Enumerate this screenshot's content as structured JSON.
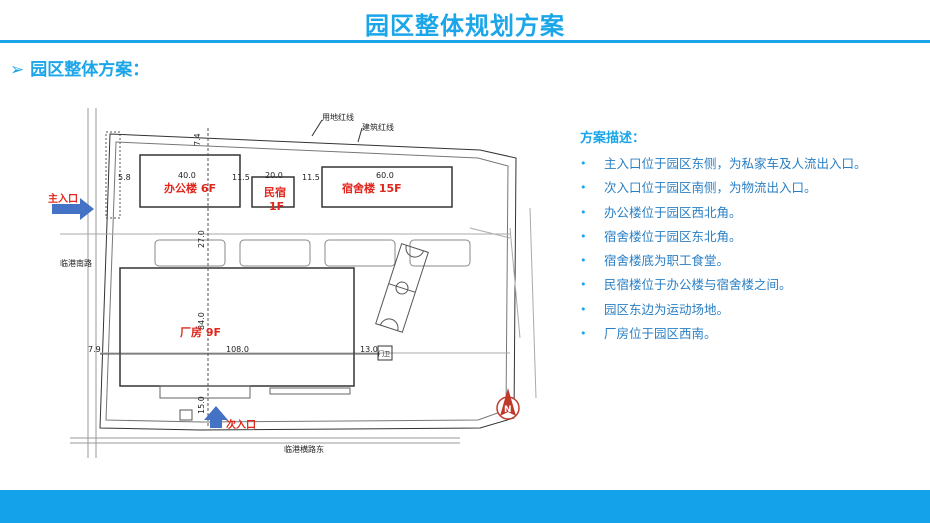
{
  "header": {
    "title": "园区整体规划方案"
  },
  "section": {
    "heading": "园区整体方案："
  },
  "plan": {
    "labels": {
      "land_redline": "用地红线",
      "building_redline": "建筑红线",
      "main_entrance": "主入口",
      "secondary_entrance": "次入口",
      "west_road": "临港南路",
      "south_road": "临港横路东",
      "office": "办公楼  6F",
      "homestay_line1": "民宿",
      "homestay_line2": "1F",
      "dormitory": "宿舍楼   15F",
      "factory": "厂房   9F",
      "guard": "门卫",
      "north": "N"
    },
    "dimensions": {
      "office_width": "40.0",
      "homestay_width": "20.0",
      "dorm_width": "60.0",
      "gap1": "11.5",
      "gap2": "11.5",
      "west_gap": "5.8",
      "top_gap": "7.4",
      "mid_gap": "27.0",
      "factory_depth": "84.0",
      "factory_width": "108.0",
      "east_gap": "13.0",
      "west_factory_gap": "7.9",
      "south_gap": "15.0"
    },
    "colors": {
      "label_red": "#e0261c",
      "arrow_blue": "#4472c4",
      "line": "#333333"
    }
  },
  "description": {
    "title": "方案描述：",
    "items": [
      "主入口位于园区东侧，为私家车及人流出入口。",
      "次入口位于园区南侧，为物流出入口。",
      "办公楼位于园区西北角。",
      "宿舍楼位于园区东北角。",
      "宿舍楼底为职工食堂。",
      "民宿楼位于办公楼与宿舍楼之间。",
      "园区东边为运动场地。",
      "厂房位于园区西南。"
    ]
  },
  "theme": {
    "accent": "#1aa6e8",
    "text_blue": "#2a7fc4"
  }
}
